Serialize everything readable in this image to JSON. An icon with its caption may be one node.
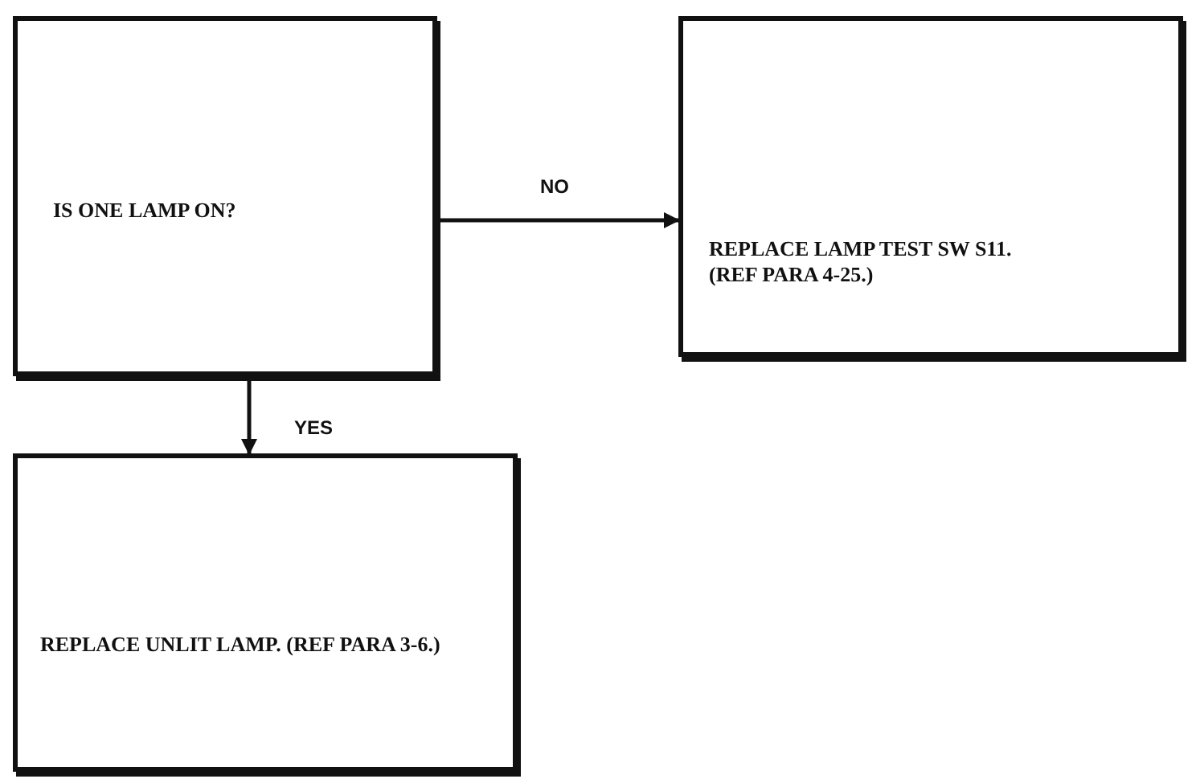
{
  "diagram": {
    "nodes": [
      {
        "text": [
          "IS ONE LAMP ON?"
        ]
      },
      {
        "text": [
          "REPLACE LAMP TEST SW S11. (REF PARA 4-25.)"
        ]
      },
      {
        "text": [
          "REPLACE UNLIT LAMP. (REF PARA 3-6.)"
        ]
      }
    ],
    "edges": [
      {
        "from": 0,
        "to": 1,
        "arrow": "to",
        "label": "NO"
      },
      {
        "from": 0,
        "to": 2,
        "arrow": "to",
        "label": "YES"
      }
    ]
  }
}
